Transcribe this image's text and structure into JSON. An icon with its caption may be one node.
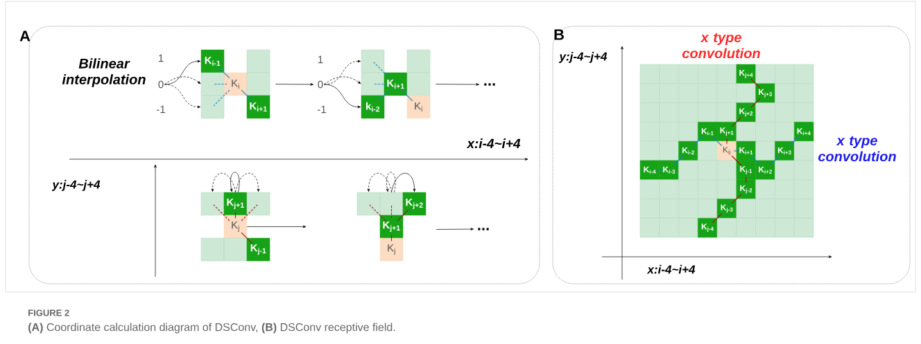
{
  "diagram": {
    "title": "FIGURE 2",
    "caption": "**(A)** Coordinate calculation diagram of DSConv, **(B)** DSConv receptive field.",
    "nodes": [
      {
        "text": [
          "A"
        ]
      },
      {
        "text": [
          "0"
        ],
        "in": 0
      },
      {
        "text": [
          "K$_{i-1}$"
        ],
        "in": 0
      },
      {
        "text": [],
        "shape": "box",
        "in": 0
      },
      {
        "text": [],
        "shape": "box",
        "in": 0
      },
      {
        "text": [
          "K$_{i}$"
        ],
        "in": 0
      },
      {
        "text": [],
        "shape": "box",
        "in": 0
      },
      {
        "text": [],
        "shape": "box",
        "in": 0
      },
      {
        "text": [
          "K$_{i+1}$"
        ],
        "in": 0
      },
      {
        "text": [
          "0"
        ],
        "in": 0
      },
      {
        "text": [],
        "shape": "box",
        "in": 0
      },
      {
        "text": [],
        "shape": "box",
        "in": 0
      },
      {
        "text": [
          "k$_{i-2}$"
        ],
        "in": 0
      },
      {
        "text": [
          "K$_{i+1}$"
        ],
        "in": 0
      },
      {
        "text": [],
        "shape": "box",
        "in": 0
      },
      {
        "text": [],
        "shape": "box",
        "in": 0
      },
      {
        "text": [
          "K$_{i}$"
        ],
        "in": 0
      },
      {
        "text": [
          "..."
        ],
        "in": 0
      },
      {
        "text": [],
        "shape": "box",
        "in": 0
      },
      {
        "text": [
          "K$_{j+1}$"
        ],
        "in": 0
      },
      {
        "text": [],
        "shape": "box",
        "in": 0
      },
      {
        "text": [
          "K$_{j}$"
        ],
        "in": 0
      },
      {
        "text": [],
        "shape": "box",
        "in": 0
      },
      {
        "text": [],
        "shape": "box",
        "in": 0
      },
      {
        "text": [
          "K$_{j-1}$"
        ],
        "in": 0
      },
      {
        "text": [],
        "shape": "box",
        "in": 0
      },
      {
        "text": [],
        "shape": "box",
        "in": 0
      },
      {
        "text": [
          "K$_{j+2}$"
        ],
        "in": 0
      },
      {
        "text": [
          "K$_{j+1}$"
        ],
        "in": 0
      },
      {
        "text": [
          "K$_{j}$"
        ],
        "in": 0
      },
      {
        "text": [
          "..."
        ],
        "in": 0
      },
      {
        "text": [
          "B"
        ]
      },
      {
        "text": [],
        "shape": "box",
        "in": 31
      },
      {
        "text": [],
        "shape": "box",
        "in": 31
      },
      {
        "text": [],
        "shape": "box",
        "in": 31
      },
      {
        "text": [],
        "shape": "box",
        "in": 31
      },
      {
        "text": [],
        "shape": "box",
        "in": 31
      },
      {
        "text": [
          "K$_{j+4}$"
        ],
        "in": 31
      },
      {
        "text": [],
        "shape": "box",
        "in": 31
      },
      {
        "text": [],
        "shape": "box",
        "in": 31
      },
      {
        "text": [],
        "shape": "box",
        "in": 31
      },
      {
        "text": [],
        "shape": "box",
        "in": 31
      },
      {
        "text": [],
        "shape": "box",
        "in": 31
      },
      {
        "text": [],
        "shape": "box",
        "in": 31
      },
      {
        "text": [],
        "shape": "box",
        "in": 31
      },
      {
        "text": [],
        "shape": "box",
        "in": 31
      },
      {
        "text": [],
        "shape": "box",
        "in": 31
      },
      {
        "text": [
          "K$_{j+3}$"
        ],
        "in": 31
      },
      {
        "text": [],
        "shape": "box",
        "in": 31
      },
      {
        "text": [],
        "shape": "box",
        "in": 31
      },
      {
        "text": [],
        "shape": "box",
        "in": 31
      },
      {
        "text": [],
        "shape": "box",
        "in": 31
      },
      {
        "text": [],
        "shape": "box",
        "in": 31
      },
      {
        "text": [],
        "shape": "box",
        "in": 31
      },
      {
        "text": [],
        "shape": "box",
        "in": 31
      },
      {
        "text": [
          "K$_{j+2}$"
        ],
        "in": 31
      },
      {
        "text": [],
        "shape": "box",
        "in": 31
      },
      {
        "text": [],
        "shape": "box",
        "in": 31
      },
      {
        "text": [],
        "shape": "box",
        "in": 31
      },
      {
        "text": [],
        "shape": "box",
        "in": 31
      },
      {
        "text": [],
        "shape": "box",
        "in": 31
      },
      {
        "text": [],
        "shape": "box",
        "in": 31
      },
      {
        "text": [
          "K$_{i-1}$"
        ],
        "in": 31
      },
      {
        "text": [
          "K$_{j+1}$"
        ],
        "in": 31
      },
      {
        "text": [],
        "shape": "box",
        "in": 31
      },
      {
        "text": [],
        "shape": "box",
        "in": 31
      },
      {
        "text": [],
        "shape": "box",
        "in": 31
      },
      {
        "text": [
          "K$_{i+4}$"
        ],
        "in": 31
      },
      {
        "text": [],
        "shape": "box",
        "in": 31
      },
      {
        "text": [],
        "shape": "box",
        "in": 31
      },
      {
        "text": [
          "K$_{i-2}$"
        ],
        "in": 31
      },
      {
        "text": [],
        "shape": "box",
        "in": 31
      },
      {
        "text": [
          "K$_{ij}$"
        ],
        "in": 31
      },
      {
        "text": [
          "K$_{i+1}$"
        ],
        "in": 31
      },
      {
        "text": [],
        "shape": "box",
        "in": 31
      },
      {
        "text": [
          "K$_{i+3}$"
        ],
        "in": 31
      },
      {
        "text": [],
        "shape": "box",
        "in": 31
      },
      {
        "text": [
          "K$_{i-4}$"
        ],
        "in": 31
      },
      {
        "text": [
          "K$_{i-3}$"
        ],
        "in": 31
      },
      {
        "text": [],
        "shape": "box",
        "in": 31
      },
      {
        "text": [],
        "shape": "box",
        "in": 31
      },
      {
        "text": [],
        "shape": "box",
        "in": 31
      },
      {
        "text": [
          "K$_{j-1}$"
        ],
        "in": 31
      },
      {
        "text": [
          "K$_{i+2}$"
        ],
        "in": 31
      },
      {
        "text": [],
        "shape": "box",
        "in": 31
      },
      {
        "text": [],
        "shape": "box",
        "in": 31
      },
      {
        "text": [],
        "shape": "box",
        "in": 31
      },
      {
        "text": [],
        "shape": "box",
        "in": 31
      },
      {
        "text": [],
        "shape": "box",
        "in": 31
      },
      {
        "text": [],
        "shape": "box",
        "in": 31
      },
      {
        "text": [],
        "shape": "box",
        "in": 31
      },
      {
        "text": [
          "K$_{j-2}$"
        ],
        "in": 31
      },
      {
        "text": [],
        "shape": "box",
        "in": 31
      },
      {
        "text": [],
        "shape": "box",
        "in": 31
      },
      {
        "text": [],
        "shape": "box",
        "in": 31
      },
      {
        "text": [],
        "shape": "box",
        "in": 31
      },
      {
        "text": [],
        "shape": "box",
        "in": 31
      },
      {
        "text": [],
        "shape": "box",
        "in": 31
      },
      {
        "text": [],
        "shape": "box",
        "in": 31
      },
      {
        "text": [
          "K$_{j-3}$"
        ],
        "in": 31
      },
      {
        "text": [],
        "shape": "box",
        "in": 31
      },
      {
        "text": [],
        "shape": "box",
        "in": 31
      },
      {
        "text": [],
        "shape": "box",
        "in": 31
      },
      {
        "text": [],
        "shape": "box",
        "in": 31
      },
      {
        "text": [],
        "shape": "box",
        "in": 31
      },
      {
        "text": [],
        "shape": "box",
        "in": 31
      },
      {
        "text": [],
        "shape": "box",
        "in": 31
      },
      {
        "text": [
          "K$_{j-4}$"
        ],
        "in": 31
      },
      {
        "text": [],
        "shape": "box",
        "in": 31
      },
      {
        "text": [],
        "shape": "box",
        "in": 31
      },
      {
        "text": [],
        "shape": "box",
        "in": 31
      },
      {
        "text": [],
        "shape": "box",
        "in": 31
      },
      {
        "text": [],
        "shape": "box",
        "in": 31
      }
    ],
    "edges": [
      {
        "from": 1,
        "to": 2,
        "arrow": "to"
      },
      {
        "from": 1,
        "to": 3,
        "arrow": "to",
        "style": "dashed"
      },
      {
        "from": 1,
        "to": 4,
        "arrow": "to",
        "style": "dashed"
      },
      {
        "from": 2,
        "to": 5,
        "arrow": "none",
        "color": "#1a7fc4"
      },
      {
        "from": 5,
        "to": 8,
        "arrow": "none",
        "color": "#1a7fc4"
      },
      {
        "from": 5,
        "to": 3,
        "arrow": "none",
        "style": "dashed",
        "color": "#1a7fc4"
      },
      {
        "from": 5,
        "to": 4,
        "arrow": "none",
        "style": "dashed",
        "color": "#1a7fc4"
      },
      {
        "from": 7,
        "to": 9,
        "arrow": "to"
      },
      {
        "from": 9,
        "to": 10,
        "arrow": "to",
        "style": "dashed"
      },
      {
        "from": 9,
        "to": 11,
        "arrow": "to",
        "style": "dashed"
      },
      {
        "from": 9,
        "to": 12,
        "arrow": "to"
      },
      {
        "from": 13,
        "to": 10,
        "arrow": "none",
        "style": "dashed",
        "color": "#1a7fc4"
      },
      {
        "from": 13,
        "to": 11,
        "arrow": "none",
        "style": "dashed",
        "color": "#1a7fc4"
      },
      {
        "from": 13,
        "to": 12,
        "arrow": "none",
        "color": "#1a7fc4"
      },
      {
        "from": 13,
        "to": 16,
        "arrow": "none",
        "color": "#1a7fc4"
      },
      {
        "from": 15,
        "to": 17,
        "arrow": "to"
      },
      {
        "from": 19,
        "to": 18,
        "arrow": "to",
        "style": "dashed"
      },
      {
        "from": 19,
        "to": 19,
        "arrow": "to"
      },
      {
        "from": 19,
        "to": 20,
        "arrow": "to",
        "style": "dashed"
      },
      {
        "from": 21,
        "to": 18,
        "arrow": "none",
        "style": "dashed",
        "color": "#a01010"
      },
      {
        "from": 21,
        "to": 20,
        "arrow": "none",
        "style": "dashed",
        "color": "#a01010"
      },
      {
        "from": 21,
        "to": 19,
        "arrow": "none",
        "color": "#a01010"
      },
      {
        "from": 21,
        "to": 24,
        "arrow": "none",
        "color": "#a01010"
      },
      {
        "from": 21,
        "to": null,
        "arrow": "to"
      },
      {
        "from": 26,
        "to": 25,
        "arrow": "to",
        "style": "dashed"
      },
      {
        "from": 26,
        "to": 26,
        "arrow": "to",
        "style": "dashed"
      },
      {
        "from": 26,
        "to": 27,
        "arrow": "to"
      },
      {
        "from": 28,
        "to": 25,
        "arrow": "none",
        "style": "dashed",
        "color": "#a01010"
      },
      {
        "from": 28,
        "to": 26,
        "arrow": "none",
        "style": "dashed",
        "color": "#a01010"
      },
      {
        "from": 28,
        "to": 27,
        "arrow": "none",
        "color": "#a01010"
      },
      {
        "from": 28,
        "to": 29,
        "arrow": "none",
        "color": "#a01010"
      },
      {
        "from": null,
        "to": 30,
        "arrow": "to"
      },
      {
        "from": 107,
        "to": 99,
        "arrow": "none",
        "color": "#a01010"
      },
      {
        "from": 99,
        "to": 91,
        "arrow": "none",
        "color": "#a01010"
      },
      {
        "from": 91,
        "to": 82,
        "arrow": "none",
        "color": "#a01010"
      },
      {
        "from": 82,
        "to": 72,
        "arrow": "none",
        "color": "#a01010"
      },
      {
        "from": 72,
        "to": 63,
        "arrow": "none",
        "color": "#a01010"
      },
      {
        "from": 63,
        "to": 55,
        "arrow": "none",
        "color": "#a01010"
      },
      {
        "from": 55,
        "to": 47,
        "arrow": "none",
        "color": "#a01010"
      },
      {
        "from": 47,
        "to": 37,
        "arrow": "none",
        "color": "#a01010"
      },
      {
        "from": 77,
        "to": 78,
        "arrow": "none",
        "color": "#1a7fc4"
      },
      {
        "from": 78,
        "to": 70,
        "arrow": "none",
        "color": "#1a7fc4"
      },
      {
        "from": 70,
        "to": 62,
        "arrow": "none",
        "color": "#1a7fc4"
      },
      {
        "from": 62,
        "to": 72,
        "arrow": "none",
        "color": "#1a7fc4"
      },
      {
        "from": 72,
        "to": 73,
        "arrow": "none",
        "color": "#1a7fc4"
      },
      {
        "from": 73,
        "to": 83,
        "arrow": "none",
        "color": "#1a7fc4"
      },
      {
        "from": 83,
        "to": 75,
        "arrow": "none",
        "color": "#1a7fc4"
      },
      {
        "from": 75,
        "to": 67,
        "arrow": "none",
        "color": "#1a7fc4"
      }
    ],
    "labels": [
      "Bilinear interpolation",
      "1",
      "-1",
      "1",
      "-1",
      "x:i-4~i+4",
      "y:j-4~j+4",
      "x type convolution",
      "y:j-4~j+4",
      "x type convolution",
      "x:i-4~i+4"
    ]
  }
}
